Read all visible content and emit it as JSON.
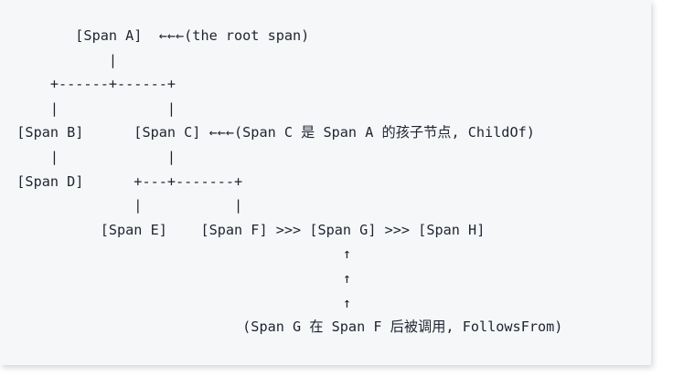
{
  "card": {
    "background_color": "#f6f7f9",
    "text_color": "#1e2430",
    "page_background": "#ffffff"
  },
  "diagram": {
    "type": "ascii-tree",
    "title": "OpenTracing span relationship tree",
    "monospace": true,
    "nodes": [
      "[Span A]",
      "[Span B]",
      "[Span C]",
      "[Span D]",
      "[Span E]",
      "[Span F]",
      "[Span G]",
      "[Span H]"
    ],
    "annotations": {
      "root": "(the root span)",
      "child_of": "(Span C 是 Span A 的孩子节点, ChildOf)",
      "follows_from": "(Span G 在 Span F 后被调用, FollowsFrom)"
    },
    "glyphs": {
      "left_arrow_triple": "←←←",
      "right_chevron_triple": ">>>",
      "up_arrow": "↑",
      "vertical_bar": "|",
      "corner": "+",
      "dash": "-"
    },
    "lines": [
      "         [Span A]  ←←←(the root span)",
      "             |",
      "      +------+------+",
      "      |             |",
      "  [Span B]      [Span C] ←←←(Span C 是 Span A 的孩子节点, ChildOf)",
      "      |             |",
      "  [Span D]      +---+-------+",
      "                |           |",
      "            [Span E]    [Span F] >>> [Span G] >>> [Span H]",
      "                                         ↑",
      "                                         ↑",
      "                                         ↑",
      "                             (Span G 在 Span F 后被调用, FollowsFrom)"
    ]
  }
}
